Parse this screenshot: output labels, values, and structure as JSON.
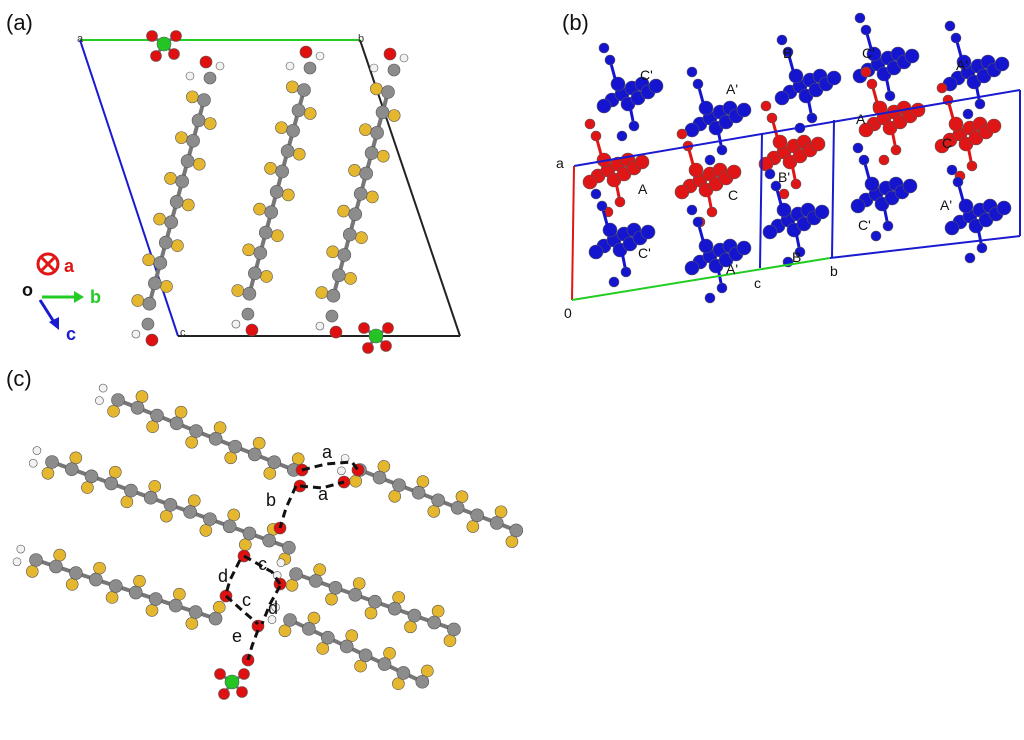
{
  "panels": {
    "a": {
      "label": "(a)",
      "cell_corners": {
        "a": "a",
        "b": "b",
        "c": "c"
      },
      "axes": {
        "a": "a",
        "b": "b",
        "c": "c",
        "origin": "o"
      }
    },
    "b": {
      "label": "(b)",
      "corners": {
        "a": "a",
        "origin": "0",
        "c": "c",
        "b": "b"
      },
      "molecule_labels": [
        "C'",
        "A'",
        "B",
        "C'",
        "A'",
        "A",
        "C",
        "B'",
        "A",
        "C",
        "C'",
        "B",
        "C'",
        "A'",
        "A'"
      ]
    },
    "c": {
      "label": "(c)",
      "contact_labels": [
        "a",
        "a",
        "b",
        "c",
        "d",
        "c",
        "d",
        "e"
      ]
    }
  },
  "colors": {
    "sulfur": "#e5b72e",
    "carbon": "#8c8c8c",
    "hydrogen": "#f2f2f2",
    "oxygen": "#e01010",
    "chlorine": "#25c425",
    "blue_molecule": "#1515d0",
    "red_molecule": "#e01515",
    "axis_a": "#e01515",
    "axis_b": "#22cc22",
    "axis_c": "#1a1ad0"
  }
}
